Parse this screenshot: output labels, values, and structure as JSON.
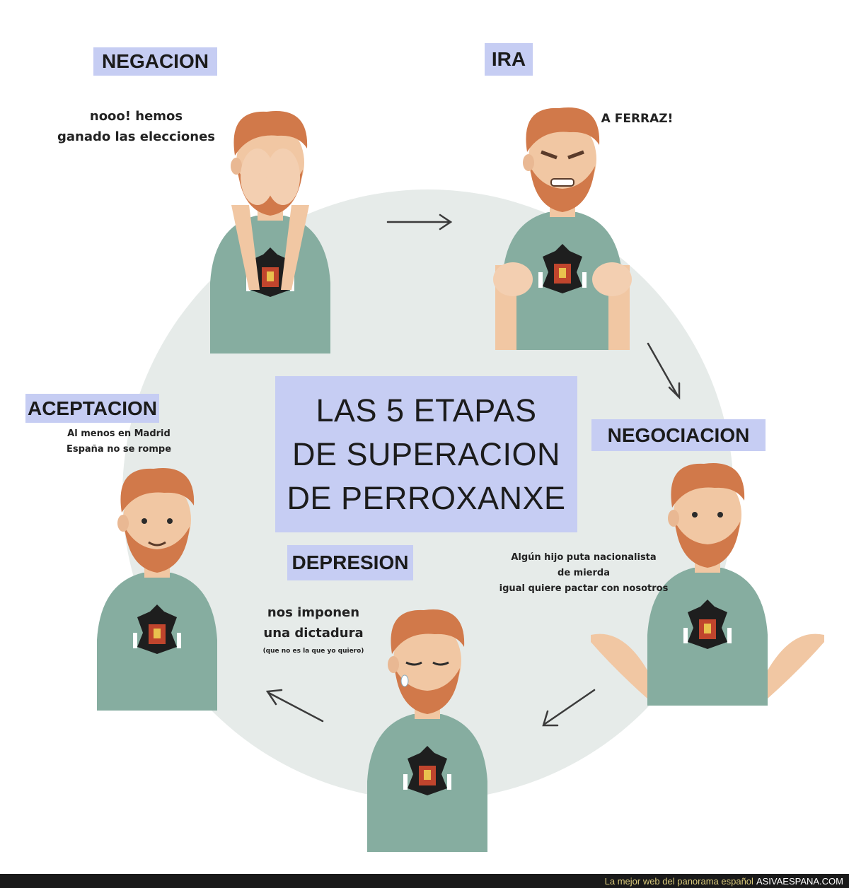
{
  "title": {
    "line1": "LAS 5 ETAPAS",
    "line2": "DE SUPERACION",
    "line3": "DE PERROXANXE"
  },
  "stages": {
    "negacion": {
      "label": "NEGACION",
      "caption": [
        "nooo! hemos",
        "ganado las elecciones"
      ]
    },
    "ira": {
      "label": "IRA",
      "caption": [
        "A FERRAZ!"
      ]
    },
    "negociacion": {
      "label": "NEGOCIACION",
      "caption": [
        "Algún hijo puta nacionalista",
        "de mierda",
        "igual quiere pactar con nosotros"
      ]
    },
    "depresion": {
      "label": "DEPRESION",
      "caption": [
        "nos imponen",
        "una dictadura",
        "(que no es la que yo quiero)"
      ]
    },
    "aceptacion": {
      "label": "ACEPTACION",
      "caption": [
        "Al menos en Madrid",
        "España no se rompe"
      ]
    }
  },
  "footer": {
    "tagline": "La mejor web del panorama español",
    "site": "ASIVAESPANA.COM"
  },
  "colors": {
    "label_bg": "#c6cdf3",
    "circle_bg": "#e6ebe9",
    "shirt": "#86ada0",
    "skin": "#f1c7a3",
    "hair": "#d1794a"
  }
}
